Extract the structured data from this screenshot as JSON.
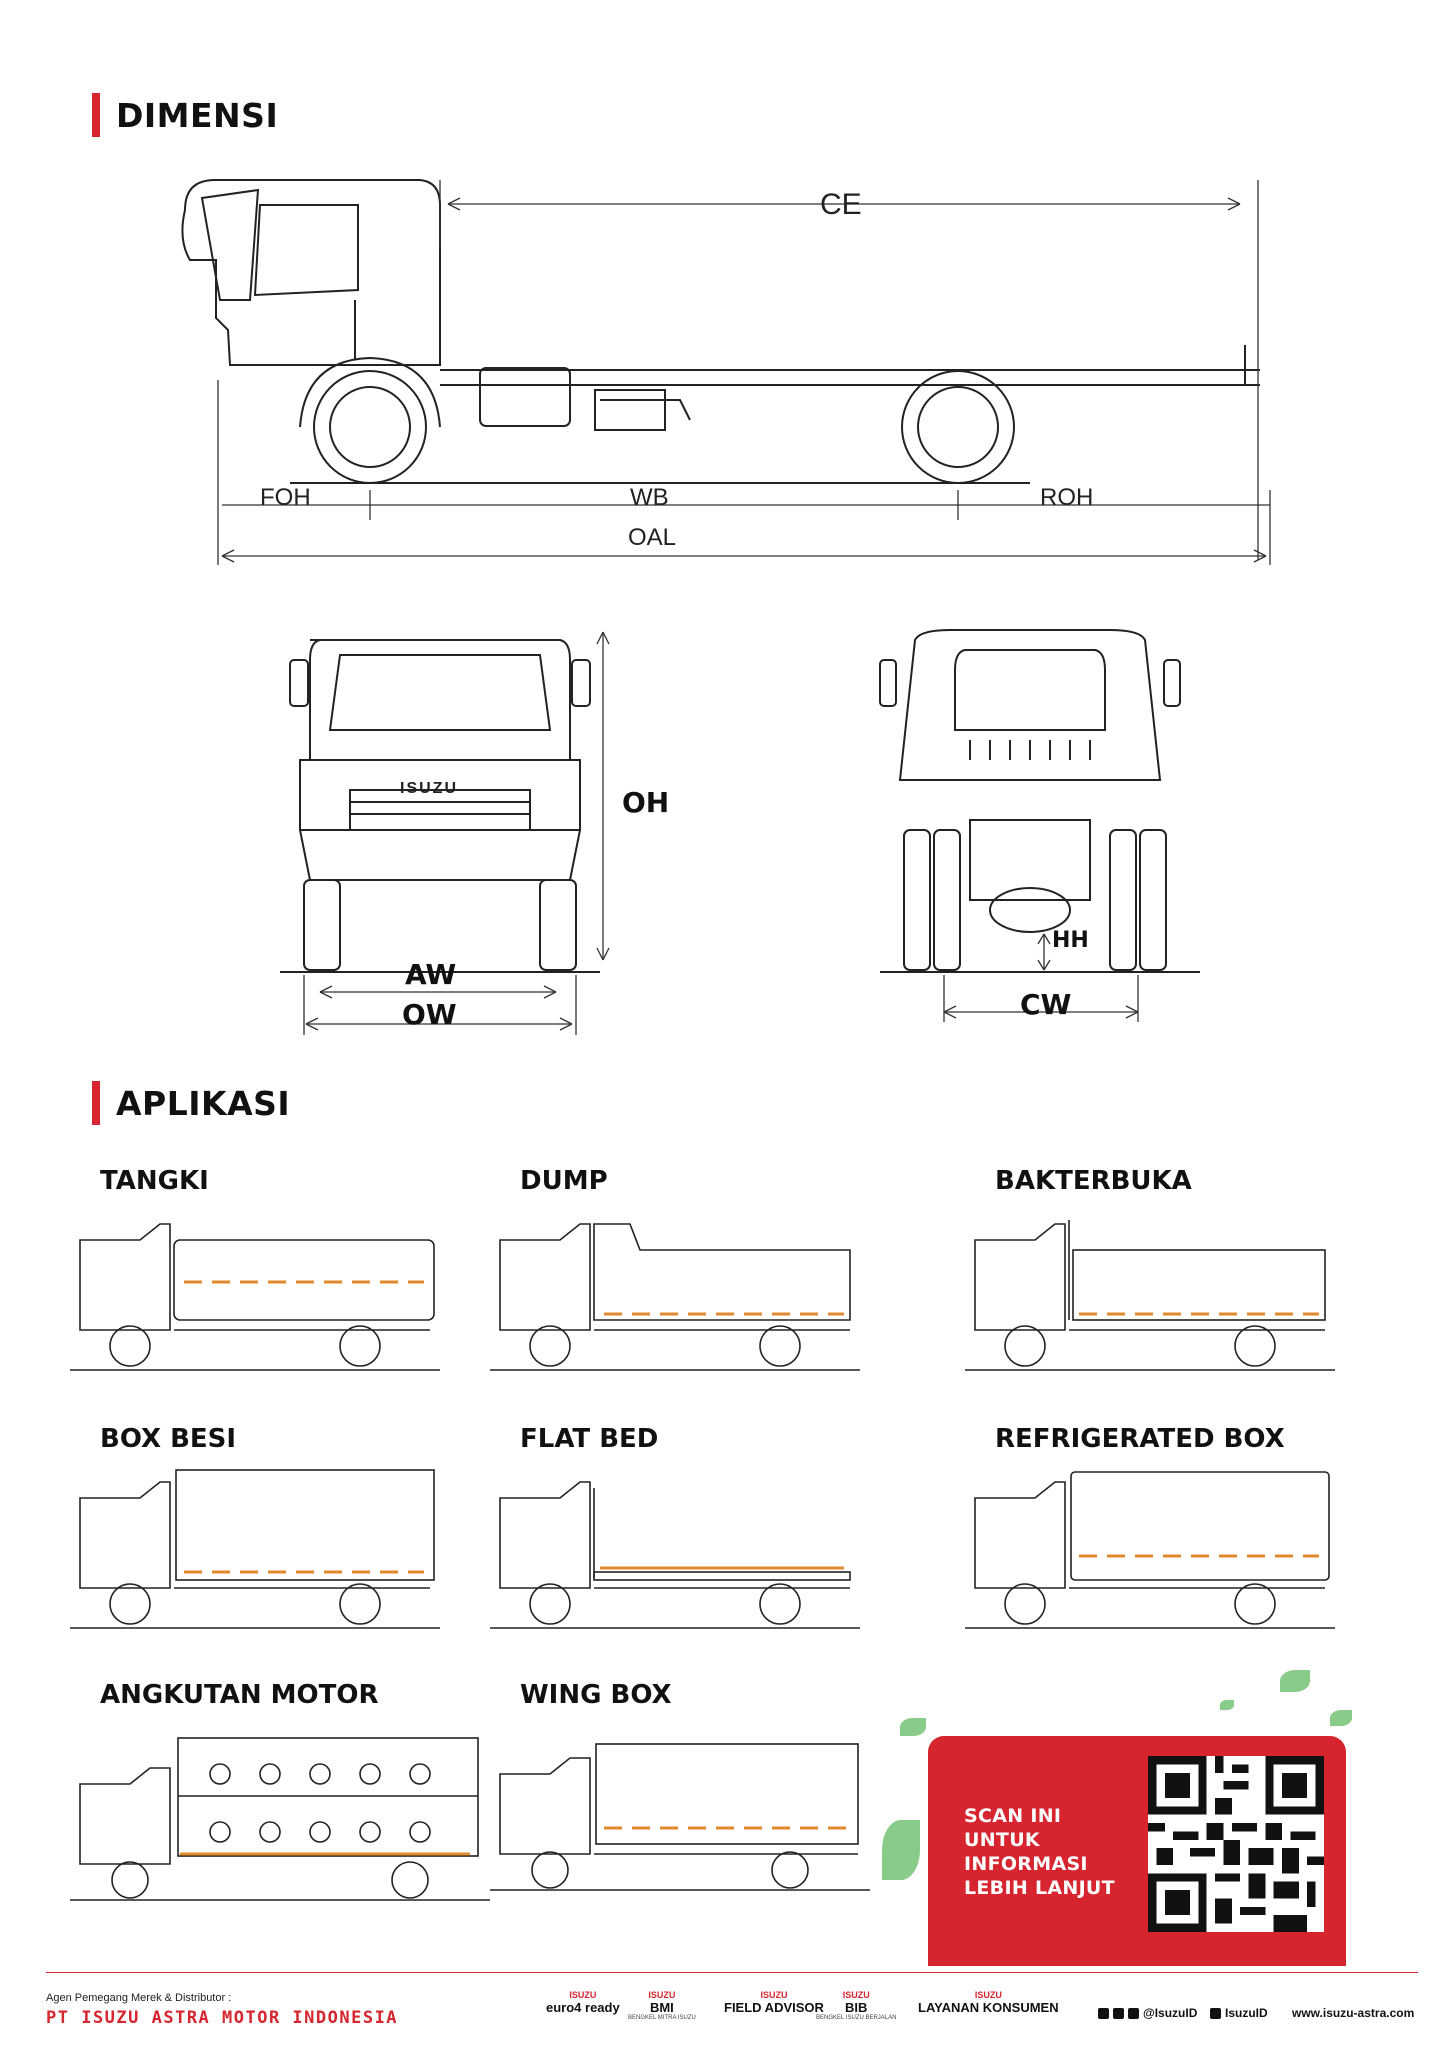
{
  "sections": {
    "dimensi": "DIMENSI",
    "aplikasi": "APLIKASI"
  },
  "dimensions": {
    "ce": "CE",
    "foh": "FOH",
    "wb": "WB",
    "roh": "ROH",
    "oal": "OAL",
    "oh": "OH",
    "aw": "AW",
    "ow": "OW",
    "hh": "HH",
    "cw": "CW",
    "grille_brand": "ISUZU"
  },
  "applications": [
    {
      "name": "TANGKI",
      "body": "tank"
    },
    {
      "name": "DUMP",
      "body": "dump"
    },
    {
      "name": "BAKTERBUKA",
      "body": "open"
    },
    {
      "name": "BOX BESI",
      "body": "box"
    },
    {
      "name": "FLAT BED",
      "body": "flat"
    },
    {
      "name": "REFRIGERATED BOX",
      "body": "reefer"
    },
    {
      "name": "ANGKUTAN MOTOR",
      "body": "moto"
    },
    {
      "name": "WING BOX",
      "body": "wing"
    }
  ],
  "qr": {
    "text": "SCAN INI UNTUK INFORMASI LEBIH LANJUT"
  },
  "footer": {
    "agent": "Agen Pemegang Merek & Distributor :",
    "company": "PT ISUZU ASTRA MOTOR INDONESIA",
    "logos": [
      {
        "top": "ISUZU",
        "main": "euro4 ready",
        "sub": ""
      },
      {
        "top": "ISUZU",
        "main": "BMI",
        "sub": "BENGKEL MITRA ISUZU"
      },
      {
        "top": "ISUZU",
        "main": "FIELD ADVISOR",
        "sub": ""
      },
      {
        "top": "ISUZU",
        "main": "BIB",
        "sub": "BENGKEL ISUZU BERJALAN"
      },
      {
        "top": "ISUZU",
        "main": "LAYANAN KONSUMEN",
        "sub": ""
      }
    ],
    "social_handle": "@IsuzuID",
    "youtube_handle": "IsuzuID",
    "website": "www.isuzu-astra.com"
  },
  "colors": {
    "accent": "#d7252f",
    "orange_line": "#e08a2c"
  }
}
